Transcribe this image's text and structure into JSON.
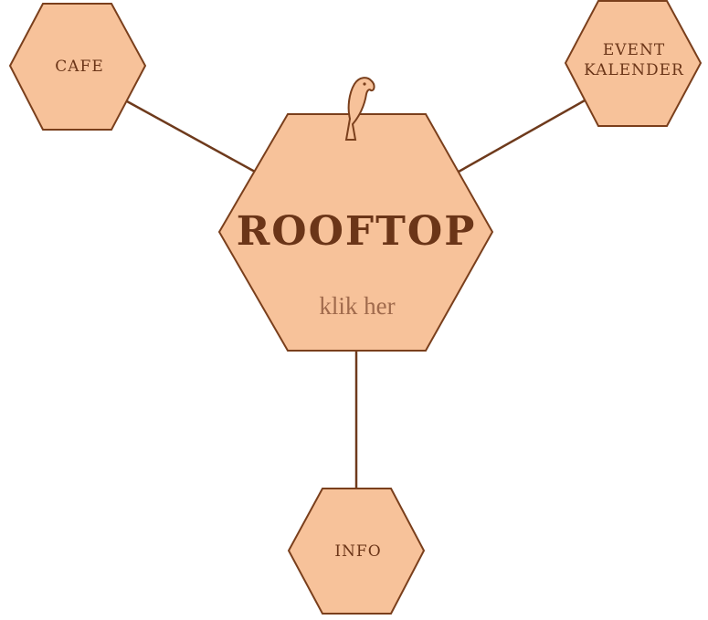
{
  "nodes": {
    "cafe": {
      "label": "CAFE"
    },
    "event": {
      "line1": "EVENT",
      "line2": "KALENDER"
    },
    "info": {
      "label": "INFO"
    },
    "center": {
      "title": "ROOFTOP",
      "subtitle": "klik her"
    }
  },
  "colors": {
    "hex_fill": "#f7c29a",
    "outline": "#7a3f1c",
    "text": "#6b3518",
    "subtitle_text": "#a06a4c",
    "background": "#ffffff"
  },
  "icons": {
    "mascot": "parrot-icon"
  }
}
